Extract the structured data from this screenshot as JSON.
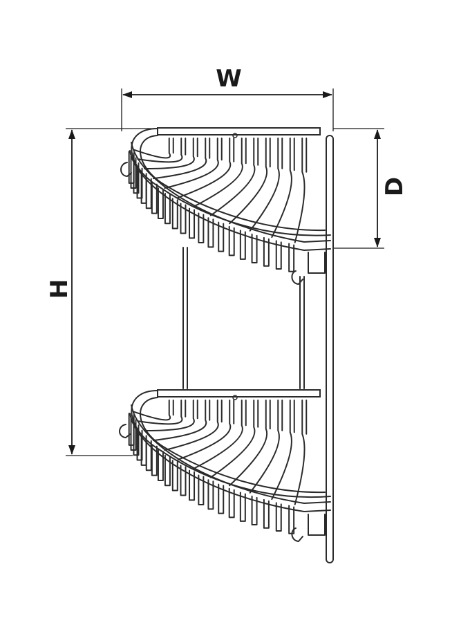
{
  "labels": {
    "width": "W",
    "height": "H",
    "depth": "D"
  },
  "colors": {
    "line": "#2a2a2a",
    "background": "#ffffff"
  }
}
